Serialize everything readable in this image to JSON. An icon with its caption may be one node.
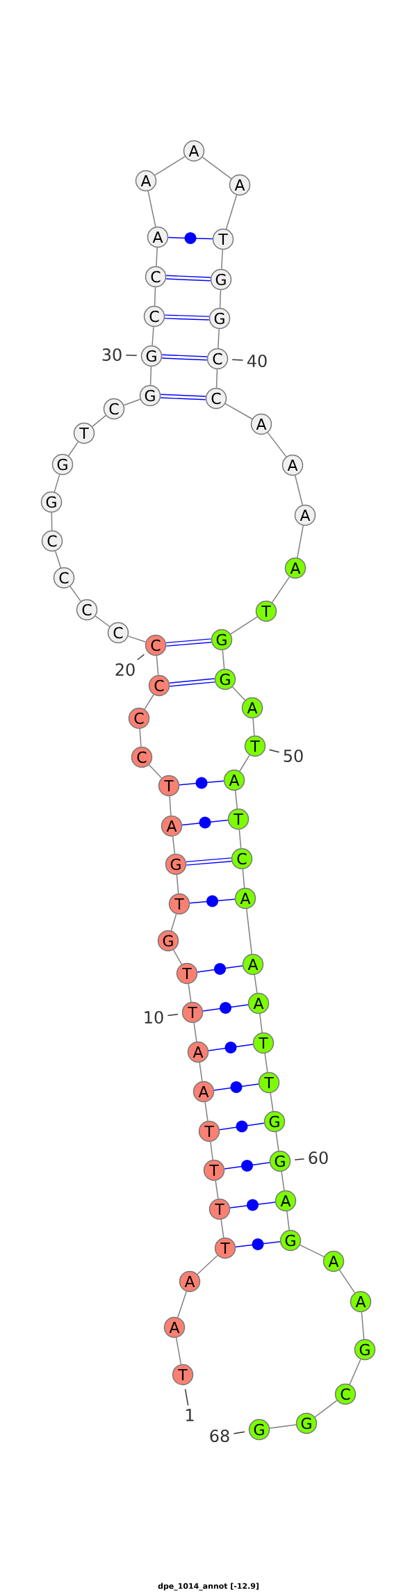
{
  "diagram": {
    "caption": "dpe_1014_annot [-12.9]",
    "nodes": [
      {
        "text": [
          "T"
        ]
      },
      {
        "text": [
          "A"
        ]
      },
      {
        "text": [
          "A"
        ]
      },
      {
        "text": [
          "T"
        ]
      },
      {
        "text": [
          "T"
        ]
      },
      {
        "text": [
          "T"
        ]
      },
      {
        "text": [
          "T"
        ]
      },
      {
        "text": [
          "A"
        ]
      },
      {
        "text": [
          "A"
        ]
      },
      {
        "text": [
          "T"
        ]
      },
      {
        "text": [
          "T"
        ]
      },
      {
        "text": [
          "G"
        ]
      },
      {
        "text": [
          "T"
        ]
      },
      {
        "text": [
          "G"
        ]
      },
      {
        "text": [
          "A"
        ]
      },
      {
        "text": [
          "T"
        ]
      },
      {
        "text": [
          "C"
        ]
      },
      {
        "text": [
          "C"
        ]
      },
      {
        "text": [
          "C"
        ]
      },
      {
        "text": [
          "C"
        ]
      },
      {
        "text": [
          "C"
        ]
      },
      {
        "text": [
          "C"
        ]
      },
      {
        "text": [
          "C"
        ]
      },
      {
        "text": [
          "C"
        ]
      },
      {
        "text": [
          "G"
        ]
      },
      {
        "text": [
          "G"
        ]
      },
      {
        "text": [
          "T"
        ]
      },
      {
        "text": [
          "C"
        ]
      },
      {
        "text": [
          "G"
        ]
      },
      {
        "text": [
          "G"
        ]
      },
      {
        "text": [
          "C"
        ]
      },
      {
        "text": [
          "C"
        ]
      },
      {
        "text": [
          "A"
        ]
      },
      {
        "text": [
          "A"
        ]
      },
      {
        "text": [
          "A"
        ]
      },
      {
        "text": [
          "A"
        ]
      },
      {
        "text": [
          "T"
        ]
      },
      {
        "text": [
          "G"
        ]
      },
      {
        "text": [
          "G"
        ]
      },
      {
        "text": [
          "C"
        ]
      },
      {
        "text": [
          "C"
        ]
      },
      {
        "text": [
          "A"
        ]
      },
      {
        "text": [
          "A"
        ]
      },
      {
        "text": [
          "A"
        ]
      },
      {
        "text": [
          "A"
        ]
      },
      {
        "text": [
          "T"
        ]
      },
      {
        "text": [
          "G"
        ]
      },
      {
        "text": [
          "G"
        ]
      },
      {
        "text": [
          "A"
        ]
      },
      {
        "text": [
          "T"
        ]
      },
      {
        "text": [
          "A"
        ]
      },
      {
        "text": [
          "T"
        ]
      },
      {
        "text": [
          "C"
        ]
      },
      {
        "text": [
          "A"
        ]
      },
      {
        "text": [
          "A"
        ]
      },
      {
        "text": [
          "A"
        ]
      },
      {
        "text": [
          "T"
        ]
      },
      {
        "text": [
          "T"
        ]
      },
      {
        "text": [
          "G"
        ]
      },
      {
        "text": [
          "G"
        ]
      },
      {
        "text": [
          "A"
        ]
      },
      {
        "text": [
          "G"
        ]
      },
      {
        "text": [
          "A"
        ]
      },
      {
        "text": [
          "A"
        ]
      },
      {
        "text": [
          "G"
        ]
      },
      {
        "text": [
          "C"
        ]
      },
      {
        "text": [
          "G"
        ]
      },
      {
        "text": [
          "G"
        ]
      },
      {
        "text": [
          "1"
        ]
      },
      {
        "text": [
          "10"
        ]
      },
      {
        "text": [
          "20"
        ]
      },
      {
        "text": [
          "30"
        ]
      },
      {
        "text": [
          "40"
        ]
      },
      {
        "text": [
          "50"
        ]
      },
      {
        "text": [
          "60"
        ]
      },
      {
        "text": [
          "68"
        ]
      }
    ],
    "edges": [
      {
        "from": 0,
        "to": 1,
        "arrow": "none"
      },
      {
        "from": 1,
        "to": 2,
        "arrow": "none"
      },
      {
        "from": 2,
        "to": 3,
        "arrow": "none"
      },
      {
        "from": 3,
        "to": 4,
        "arrow": "none"
      },
      {
        "from": 4,
        "to": 5,
        "arrow": "none"
      },
      {
        "from": 5,
        "to": 6,
        "arrow": "none"
      },
      {
        "from": 6,
        "to": 7,
        "arrow": "none"
      },
      {
        "from": 7,
        "to": 8,
        "arrow": "none"
      },
      {
        "from": 8,
        "to": 9,
        "arrow": "none"
      },
      {
        "from": 9,
        "to": 10,
        "arrow": "none"
      },
      {
        "from": 10,
        "to": 11,
        "arrow": "none"
      },
      {
        "from": 11,
        "to": 12,
        "arrow": "none"
      },
      {
        "from": 12,
        "to": 13,
        "arrow": "none"
      },
      {
        "from": 13,
        "to": 14,
        "arrow": "none"
      },
      {
        "from": 14,
        "to": 15,
        "arrow": "none"
      },
      {
        "from": 15,
        "to": 16,
        "arrow": "none"
      },
      {
        "from": 16,
        "to": 17,
        "arrow": "none"
      },
      {
        "from": 17,
        "to": 18,
        "arrow": "none"
      },
      {
        "from": 18,
        "to": 19,
        "arrow": "none"
      },
      {
        "from": 19,
        "to": 20,
        "arrow": "none"
      },
      {
        "from": 20,
        "to": 21,
        "arrow": "none"
      },
      {
        "from": 21,
        "to": 22,
        "arrow": "none"
      },
      {
        "from": 22,
        "to": 23,
        "arrow": "none"
      },
      {
        "from": 23,
        "to": 24,
        "arrow": "none"
      },
      {
        "from": 24,
        "to": 25,
        "arrow": "none"
      },
      {
        "from": 25,
        "to": 26,
        "arrow": "none"
      },
      {
        "from": 26,
        "to": 27,
        "arrow": "none"
      },
      {
        "from": 27,
        "to": 28,
        "arrow": "none"
      },
      {
        "from": 28,
        "to": 29,
        "arrow": "none"
      },
      {
        "from": 29,
        "to": 30,
        "arrow": "none"
      },
      {
        "from": 30,
        "to": 31,
        "arrow": "none"
      },
      {
        "from": 31,
        "to": 32,
        "arrow": "none"
      },
      {
        "from": 32,
        "to": 33,
        "arrow": "none"
      },
      {
        "from": 33,
        "to": 34,
        "arrow": "none"
      },
      {
        "from": 34,
        "to": 35,
        "arrow": "none"
      },
      {
        "from": 35,
        "to": 36,
        "arrow": "none"
      },
      {
        "from": 36,
        "to": 37,
        "arrow": "none"
      },
      {
        "from": 37,
        "to": 38,
        "arrow": "none"
      },
      {
        "from": 38,
        "to": 39,
        "arrow": "none"
      },
      {
        "from": 39,
        "to": 40,
        "arrow": "none"
      },
      {
        "from": 40,
        "to": 41,
        "arrow": "none"
      },
      {
        "from": 41,
        "to": 42,
        "arrow": "none"
      },
      {
        "from": 42,
        "to": 43,
        "arrow": "none"
      },
      {
        "from": 43,
        "to": 44,
        "arrow": "none"
      },
      {
        "from": 44,
        "to": 45,
        "arrow": "none"
      },
      {
        "from": 45,
        "to": 46,
        "arrow": "none"
      },
      {
        "from": 46,
        "to": 47,
        "arrow": "none"
      },
      {
        "from": 47,
        "to": 48,
        "arrow": "none"
      },
      {
        "from": 48,
        "to": 49,
        "arrow": "none"
      },
      {
        "from": 49,
        "to": 50,
        "arrow": "none"
      },
      {
        "from": 50,
        "to": 51,
        "arrow": "none"
      },
      {
        "from": 51,
        "to": 52,
        "arrow": "none"
      },
      {
        "from": 52,
        "to": 53,
        "arrow": "none"
      },
      {
        "from": 53,
        "to": 54,
        "arrow": "none"
      },
      {
        "from": 54,
        "to": 55,
        "arrow": "none"
      },
      {
        "from": 55,
        "to": 56,
        "arrow": "none"
      },
      {
        "from": 56,
        "to": 57,
        "arrow": "none"
      },
      {
        "from": 57,
        "to": 58,
        "arrow": "none"
      },
      {
        "from": 58,
        "to": 59,
        "arrow": "none"
      },
      {
        "from": 59,
        "to": 60,
        "arrow": "none"
      },
      {
        "from": 60,
        "to": 61,
        "arrow": "none"
      },
      {
        "from": 61,
        "to": 62,
        "arrow": "none"
      },
      {
        "from": 62,
        "to": 63,
        "arrow": "none"
      },
      {
        "from": 63,
        "to": 64,
        "arrow": "none"
      },
      {
        "from": 64,
        "to": 65,
        "arrow": "none"
      },
      {
        "from": 65,
        "to": 66,
        "arrow": "none"
      },
      {
        "from": 66,
        "to": 67,
        "arrow": "none"
      },
      {
        "from": 3,
        "to": 61,
        "arrow": "none",
        "color": "#0000ff"
      },
      {
        "from": 4,
        "to": 60,
        "arrow": "none",
        "color": "#0000ff"
      },
      {
        "from": 5,
        "to": 59,
        "arrow": "none",
        "color": "#0000ff"
      },
      {
        "from": 6,
        "to": 58,
        "arrow": "none",
        "color": "#0000ff"
      },
      {
        "from": 7,
        "to": 57,
        "arrow": "none",
        "color": "#0000ff"
      },
      {
        "from": 8,
        "to": 56,
        "arrow": "none",
        "color": "#0000ff"
      },
      {
        "from": 9,
        "to": 55,
        "arrow": "none",
        "color": "#0000ff"
      },
      {
        "from": 10,
        "to": 54,
        "arrow": "none",
        "color": "#0000ff"
      },
      {
        "from": 12,
        "to": 53,
        "arrow": "none",
        "color": "#0000ff"
      },
      {
        "from": 13,
        "to": 52,
        "arrow": "none",
        "style": "thick",
        "color": "#0000ff"
      },
      {
        "from": 14,
        "to": 51,
        "arrow": "none",
        "color": "#0000ff"
      },
      {
        "from": 15,
        "to": 50,
        "arrow": "none",
        "color": "#0000ff"
      },
      {
        "from": 18,
        "to": 47,
        "arrow": "none",
        "style": "thick",
        "color": "#0000ff"
      },
      {
        "from": 19,
        "to": 46,
        "arrow": "none",
        "style": "thick",
        "color": "#0000ff"
      },
      {
        "from": 28,
        "to": 40,
        "arrow": "none",
        "style": "thick",
        "color": "#0000ff"
      },
      {
        "from": 29,
        "to": 39,
        "arrow": "none",
        "style": "thick",
        "color": "#0000ff"
      },
      {
        "from": 30,
        "to": 38,
        "arrow": "none",
        "style": "thick",
        "color": "#0000ff"
      },
      {
        "from": 31,
        "to": 37,
        "arrow": "none",
        "style": "thick",
        "color": "#0000ff"
      },
      {
        "from": 32,
        "to": 36,
        "arrow": "none",
        "color": "#0000ff"
      },
      {
        "from": 68,
        "to": 0,
        "arrow": "none",
        "color": "#333333"
      },
      {
        "from": 69,
        "to": 9,
        "arrow": "none",
        "color": "#333333"
      },
      {
        "from": 70,
        "to": 19,
        "arrow": "none",
        "color": "#333333"
      },
      {
        "from": 71,
        "to": 29,
        "arrow": "none",
        "color": "#333333"
      },
      {
        "from": 72,
        "to": 39,
        "arrow": "none",
        "color": "#333333"
      },
      {
        "from": 73,
        "to": 49,
        "arrow": "none",
        "color": "#333333"
      },
      {
        "from": 74,
        "to": 59,
        "arrow": "none",
        "color": "#333333"
      },
      {
        "from": 75,
        "to": 67,
        "arrow": "none",
        "color": "#333333"
      }
    ]
  }
}
